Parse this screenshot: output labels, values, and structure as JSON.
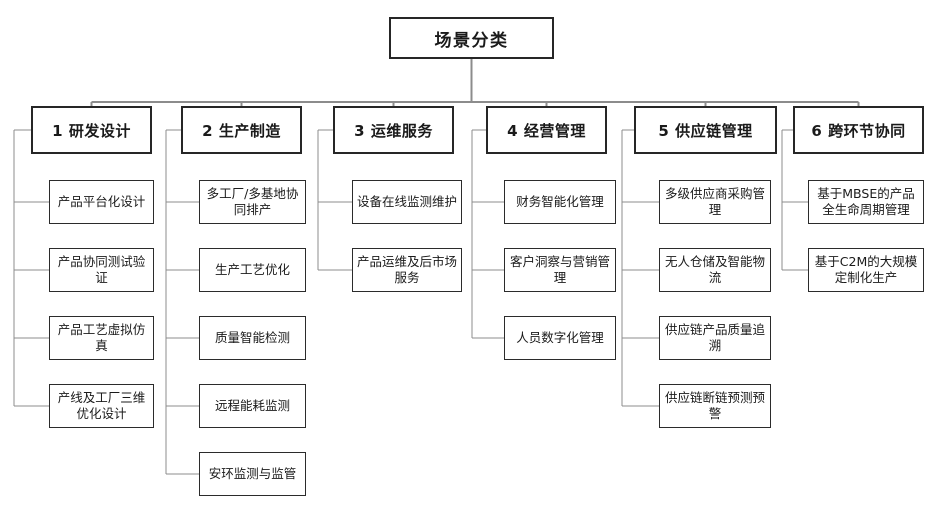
{
  "diagram": {
    "type": "org-tree",
    "title": "场景分类",
    "root": {
      "label": "场景分类"
    },
    "colors": {
      "box_border": "#262626",
      "leaf_border": "#2b2b2b",
      "connector": "#8c8c8c",
      "background": "#ffffff",
      "text": "#1a1a1a"
    },
    "categories": [
      {
        "label": "1 研发设计",
        "index": "1",
        "name": "研发设计",
        "children": [
          {
            "label": "产品平台化设计"
          },
          {
            "label": "产品协同测试验证"
          },
          {
            "label": "产品工艺虚拟仿真"
          },
          {
            "label": "产线及工厂三维优化设计"
          }
        ]
      },
      {
        "label": "2 生产制造",
        "index": "2",
        "name": "生产制造",
        "children": [
          {
            "label": "多工厂/多基地协同排产"
          },
          {
            "label": "生产工艺优化"
          },
          {
            "label": "质量智能检测"
          },
          {
            "label": "远程能耗监测"
          },
          {
            "label": "安环监测与监管"
          }
        ]
      },
      {
        "label": "3 运维服务",
        "index": "3",
        "name": "运维服务",
        "children": [
          {
            "label": "设备在线监测维护"
          },
          {
            "label": "产品运维及后市场服务"
          }
        ]
      },
      {
        "label": "4 经营管理",
        "index": "4",
        "name": "经营管理",
        "children": [
          {
            "label": "财务智能化管理"
          },
          {
            "label": "客户洞察与营销管理"
          },
          {
            "label": "人员数字化管理"
          }
        ]
      },
      {
        "label": "5 供应链管理",
        "index": "5",
        "name": "供应链管理",
        "children": [
          {
            "label": "多级供应商采购管理"
          },
          {
            "label": "无人仓储及智能物流"
          },
          {
            "label": "供应链产品质量追溯"
          },
          {
            "label": "供应链断链预测预警"
          }
        ]
      },
      {
        "label": "6 跨环节协同",
        "index": "6",
        "name": "跨环节协同",
        "children": [
          {
            "label": "基于MBSE的产品全生命周期管理"
          },
          {
            "label": "基于C2M的大规模定制化生产"
          }
        ]
      }
    ]
  }
}
